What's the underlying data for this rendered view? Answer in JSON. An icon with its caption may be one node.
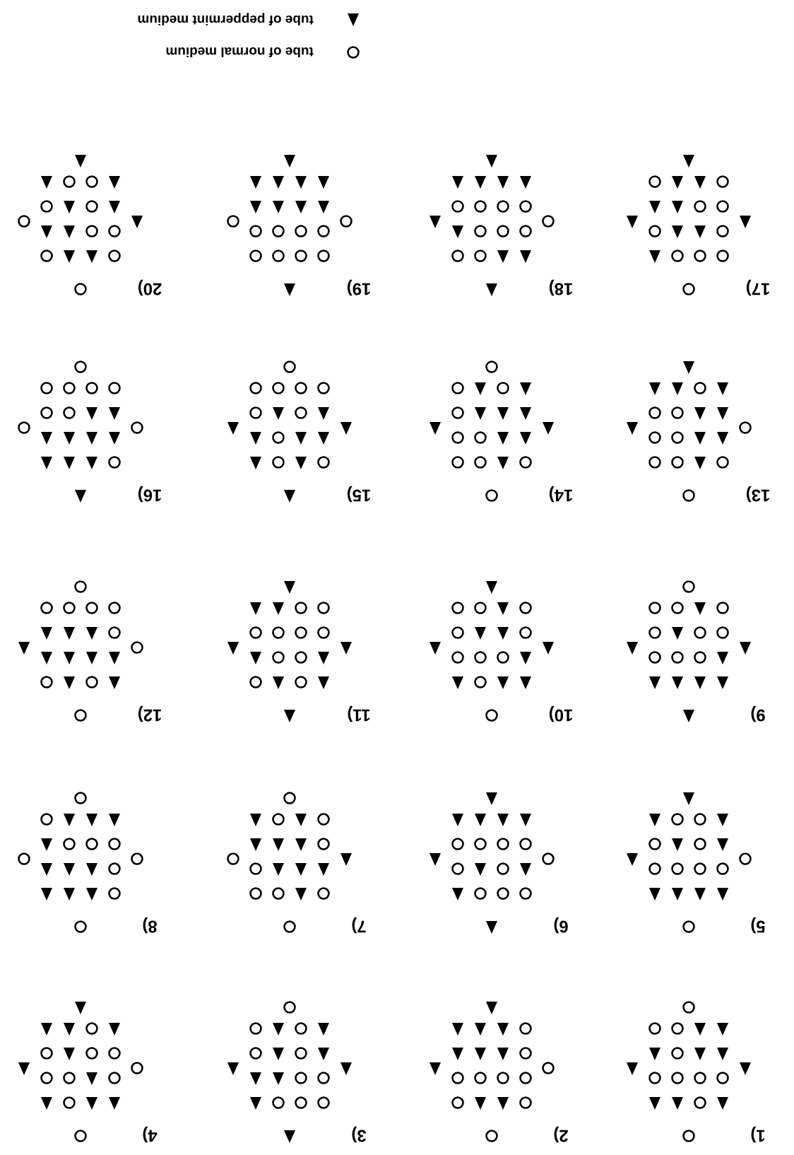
{
  "diagram": {
    "labels": [
      "1)",
      "2)",
      "3)",
      "4)",
      "5)",
      "6)",
      "7)",
      "8)",
      "9)",
      "10)",
      "11)",
      "12)",
      "13)",
      "14)",
      "15)",
      "16)",
      "17)",
      "18)",
      "19)",
      "20)"
    ],
    "legend": [
      {
        "text": "tube of normal medium"
      },
      {
        "text": "tube of peppermint medium"
      }
    ]
  }
}
